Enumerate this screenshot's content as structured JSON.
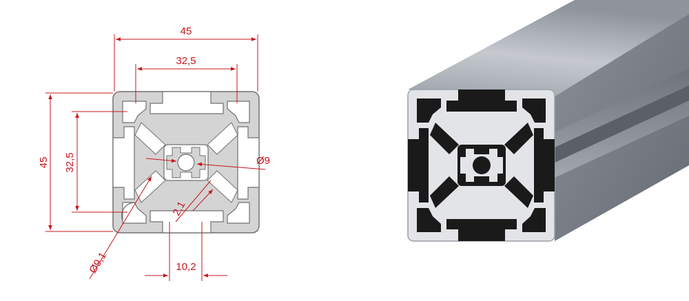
{
  "drawing": {
    "dimensions": {
      "overall_width": "45",
      "slot_spacing_width": "32,5",
      "overall_height": "45",
      "slot_spacing_height": "32,5",
      "core_bore": "Ø9",
      "wall_thickness": "2,1",
      "corner_bore": "Ø9,1",
      "slot_width": "10,2"
    }
  },
  "colors": {
    "dimension_line": "#c8161d",
    "section_fill": "#d4d4d4",
    "section_stroke": "#707070",
    "profile_face": "#e2e4e7",
    "profile_top": "#a9adb5",
    "profile_side": "#7f848d",
    "cavity": "#1a1a1a"
  }
}
